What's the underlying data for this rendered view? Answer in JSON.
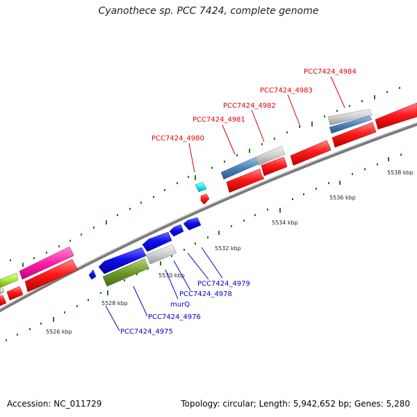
{
  "title": "Cyanothece sp. PCC 7424, complete genome",
  "footer": {
    "accession": "Accession: NC_011729",
    "summary": "Topology: circular; Length: 5,942,652 bp; Genes: 5,280"
  },
  "scale_labels": [
    "5526 kbp",
    "5528 kbp",
    "5530 kbp",
    "5532 kbp",
    "5534 kbp",
    "5536 kbp",
    "5538 kbp"
  ],
  "gene_labels_top": [
    "PCC7424_4980",
    "PCC7424_4981",
    "PCC7424_4982",
    "PCC7424_4983",
    "PCC7424_4984"
  ],
  "gene_labels_bottom": [
    "PCC7424_4975",
    "PCC7424_4976",
    "murQ",
    "PCC7424_4978",
    "PCC7424_4979"
  ],
  "colors": {
    "forward_label": "#e00000",
    "reverse_label": "#0000cc",
    "tick": "#1a7a1a",
    "backbone": "#888888"
  }
}
